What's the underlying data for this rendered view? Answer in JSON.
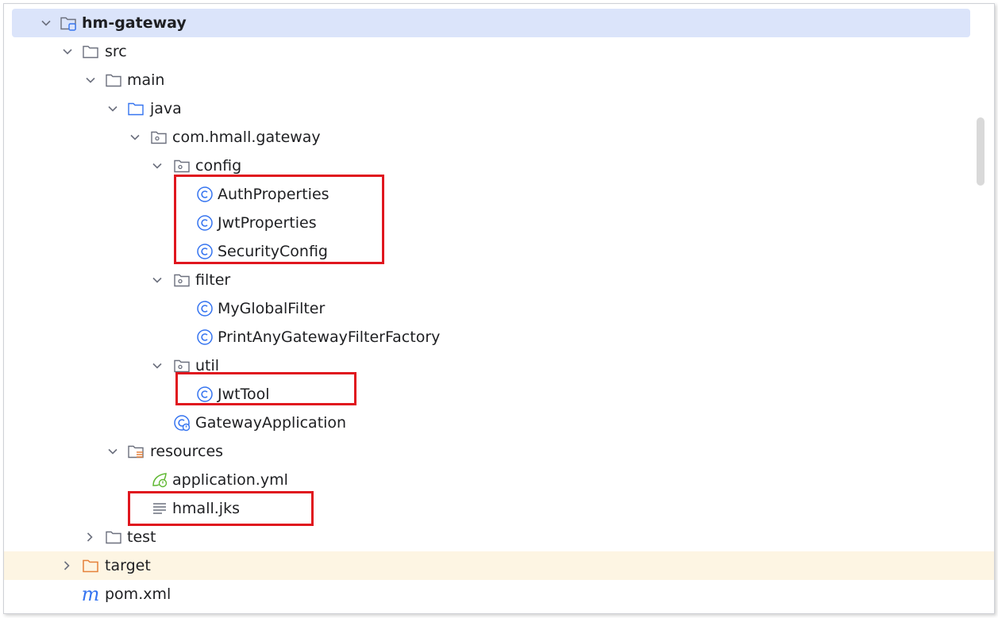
{
  "project_tree": {
    "rows": [
      {
        "label": "hm-gateway",
        "icon": "module-folder-icon",
        "expanded": true,
        "selected": true
      },
      {
        "label": "src",
        "icon": "folder-icon",
        "expanded": true
      },
      {
        "label": "main",
        "icon": "folder-icon",
        "expanded": true
      },
      {
        "label": "java",
        "icon": "source-root-folder-icon",
        "expanded": true
      },
      {
        "label": "com.hmall.gateway",
        "icon": "package-icon",
        "expanded": true
      },
      {
        "label": "config",
        "icon": "package-icon",
        "expanded": true
      },
      {
        "label": "AuthProperties",
        "icon": "class-icon"
      },
      {
        "label": "JwtProperties",
        "icon": "class-icon"
      },
      {
        "label": "SecurityConfig",
        "icon": "class-icon"
      },
      {
        "label": "filter",
        "icon": "package-icon",
        "expanded": true
      },
      {
        "label": "MyGlobalFilter",
        "icon": "class-icon"
      },
      {
        "label": "PrintAnyGatewayFilterFactory",
        "icon": "class-icon"
      },
      {
        "label": "util",
        "icon": "package-icon",
        "expanded": true
      },
      {
        "label": "JwtTool",
        "icon": "class-icon"
      },
      {
        "label": "GatewayApplication",
        "icon": "spring-boot-class-icon"
      },
      {
        "label": "resources",
        "icon": "resources-folder-icon",
        "expanded": true
      },
      {
        "label": "application.yml",
        "icon": "spring-yaml-icon"
      },
      {
        "label": "hmall.jks",
        "icon": "text-file-icon"
      },
      {
        "label": "test",
        "icon": "folder-icon",
        "expanded": false
      },
      {
        "label": "target",
        "icon": "excluded-folder-icon",
        "expanded": false,
        "excluded": true
      },
      {
        "label": "pom.xml",
        "icon": "maven-icon"
      }
    ]
  },
  "colors": {
    "selection_bg": "#dbe4fa",
    "excluded_bg": "#fdf5e3",
    "highlight_border": "#e0161e",
    "class_icon": "#3574f0",
    "folder_icon": "#6c707e",
    "target_folder": "#e5813a",
    "spring_green": "#5fb832"
  }
}
